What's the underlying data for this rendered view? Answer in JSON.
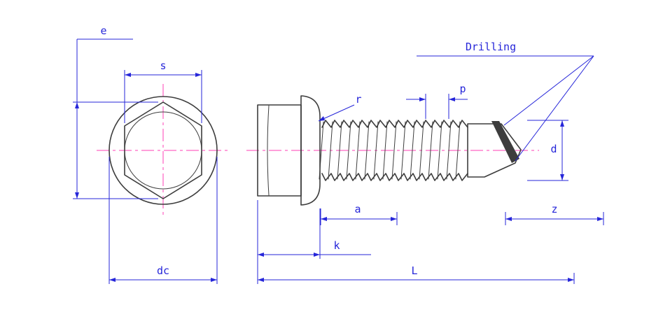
{
  "drawing": {
    "labels": {
      "e": "e",
      "s": "s",
      "dc": "dc",
      "r": "r",
      "p": "p",
      "d": "d",
      "a": "a",
      "z": "z",
      "k": "k",
      "L": "L",
      "drilling": "Drilling"
    },
    "colors": {
      "dimension": "#2626d9",
      "centerline": "#ff3fb5",
      "outline": "#3d3d3d"
    }
  }
}
